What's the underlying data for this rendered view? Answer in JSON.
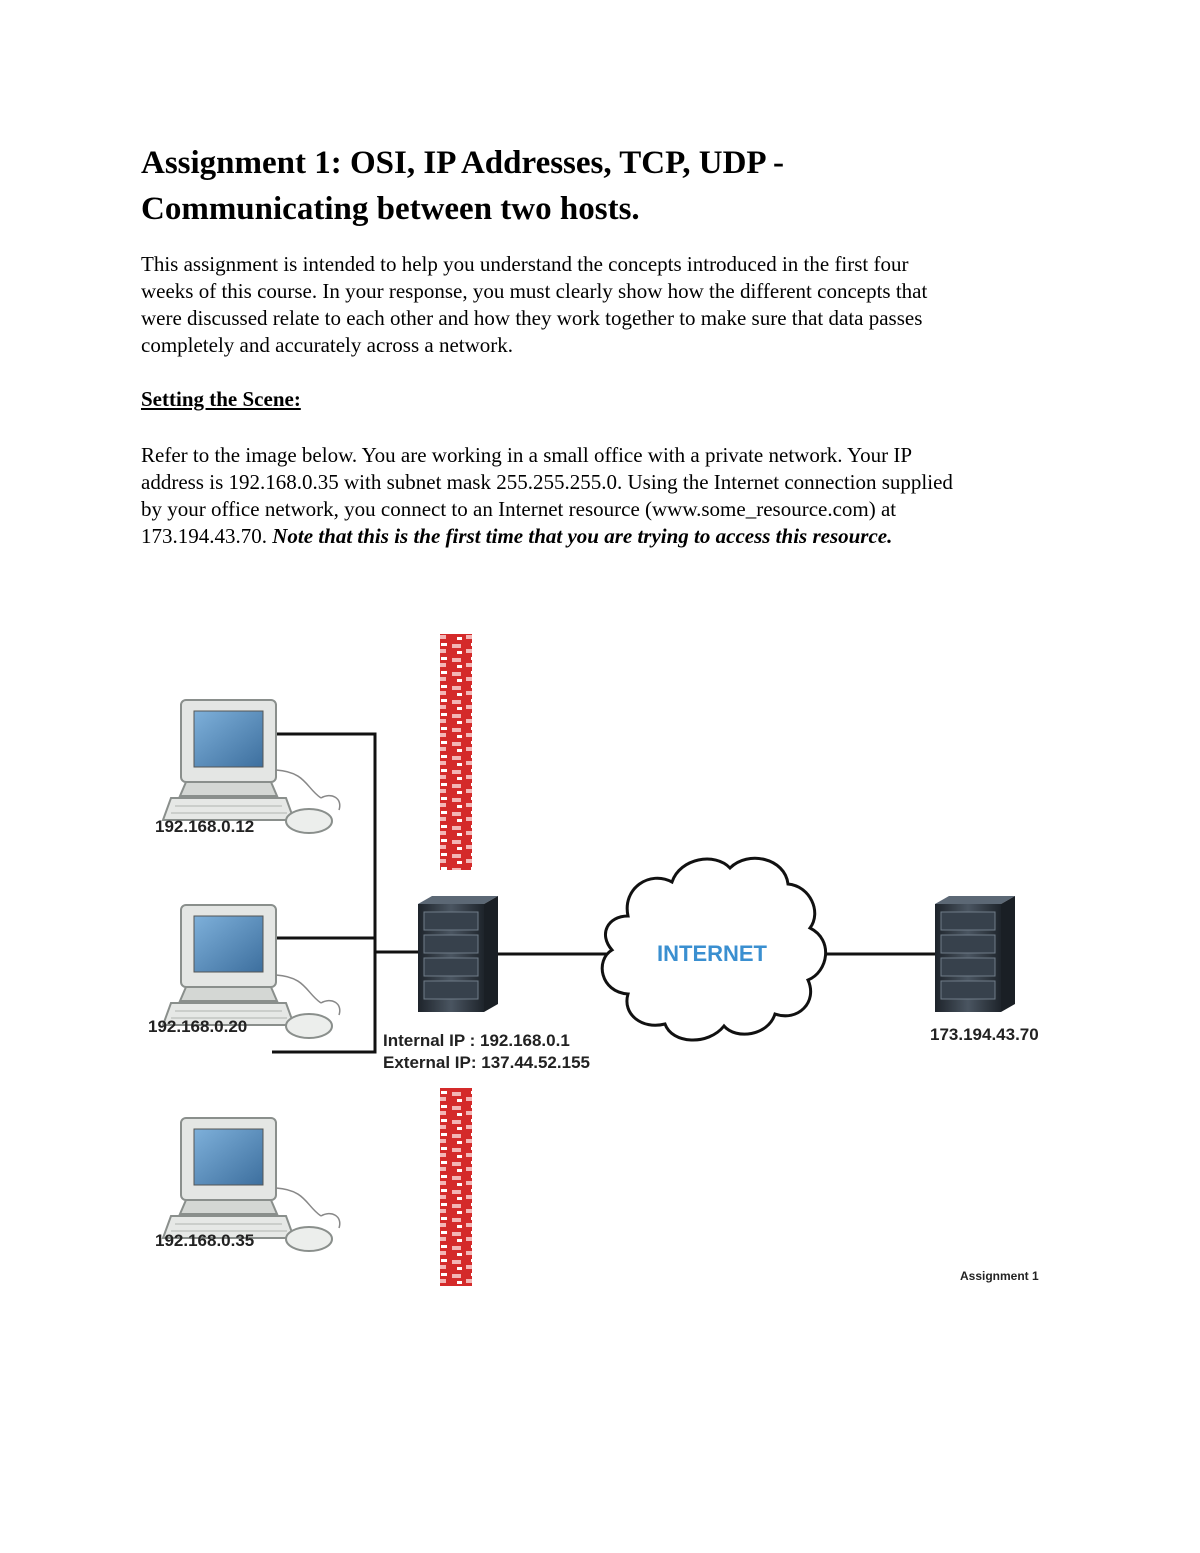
{
  "title_line1": "Assignment 1: OSI, IP Addresses, TCP, UDP -",
  "title_line2": "Communicating between two hosts.",
  "intro": [
    "This assignment is intended to help you understand the concepts introduced in the first four",
    "weeks of this course. In your response, you must clearly show how the different concepts that",
    "were discussed relate to each other and how they work together to make sure that data passes",
    "completely and accurately across a network."
  ],
  "section_heading": "Setting the Scene:",
  "scene": {
    "line1": "Refer to the image below. You are working in a small office with a private network. Your IP",
    "line2": "address is 192.168.0.35 with subnet mask 255.255.255.0. Using the Internet connection supplied",
    "line3": "by your office network, you connect to an Internet resource (www.some_resource.com) at",
    "line4_plain": "173.194.43.70. ",
    "line4_note": "Note that this is the first time that you are trying to access this resource."
  },
  "diagram": {
    "hosts": [
      {
        "ip": "192.168.0.12"
      },
      {
        "ip": "192.168.0.20"
      },
      {
        "ip": "192.168.0.35"
      }
    ],
    "router": {
      "internal": "Internal IP : 192.168.0.1",
      "external": "External IP: 137.44.52.155"
    },
    "cloud_label": "INTERNET",
    "server_ip": "173.194.43.70",
    "caption": "Assignment 1",
    "colors": {
      "firewall": "#d42a2a",
      "screen": "#4a7fb0",
      "server": "#2a3038",
      "cloud_text": "#3a8fd0"
    },
    "icons": [
      "computer-icon",
      "firewall-icon",
      "server-icon",
      "cloud-icon"
    ]
  }
}
